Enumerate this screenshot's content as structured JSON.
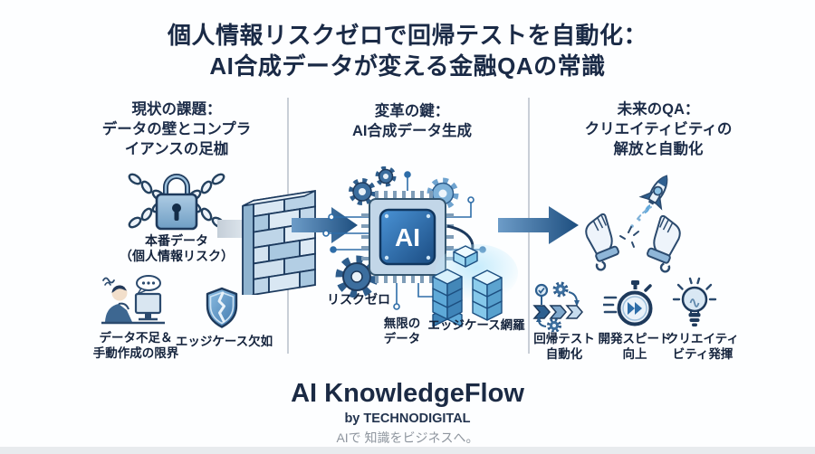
{
  "title": {
    "line1": "個人情報リスクゼロで回帰テストを自動化：",
    "line2": "AI合成データが変える金融QAの常識"
  },
  "columns": [
    {
      "header_lines": [
        "現状の課題：",
        "データの壁とコンプラ",
        "イアンスの足枷"
      ],
      "items": [
        {
          "icon": "lock-chains-icon",
          "label_lines": [
            "本番データ",
            "（個人情報リスク）"
          ]
        },
        {
          "icon": "frustrated-person-computer-icon",
          "label_lines": [
            "データ不足＆",
            "手動作成の限界"
          ]
        },
        {
          "icon": "broken-shield-icon",
          "label_lines": [
            "エッジケース欠如"
          ]
        }
      ]
    },
    {
      "header_lines": [
        "変革の鍵：",
        "AI合成データ生成"
      ],
      "chip_text": "AI",
      "items": [
        {
          "icon": "gear-icon",
          "label_lines": [
            "リスクゼロ"
          ]
        },
        {
          "icon": "data-cubes-icon",
          "label_lines": [
            "無限の",
            "データ"
          ]
        },
        {
          "icon": "data-cubes-icon",
          "label_lines": [
            "エッジケース網羅"
          ]
        }
      ]
    },
    {
      "header_lines": [
        "未来のQA：",
        "クリエイティビティの",
        "解放と自動化"
      ],
      "items": [
        {
          "icon": "process-flow-icon",
          "label_lines": [
            "回帰テスト",
            "自動化"
          ]
        },
        {
          "icon": "stopwatch-icon",
          "label_lines": [
            "開発スピード",
            "向上"
          ]
        },
        {
          "icon": "lightbulb-icon",
          "label_lines": [
            "クリエイティ",
            "ビティ発揮"
          ]
        }
      ]
    }
  ],
  "footer": {
    "brand": "AI KnowledgeFlow",
    "byline": "by TECHNODIGITAL",
    "tagline": "AIで 知識をビジネスへ。"
  },
  "colors": {
    "title_navy": "#1a2a46",
    "icon_dark_blue": "#2b4a6e",
    "steel_blue": "#2e6da6",
    "mid_blue": "#5ea9d8",
    "light_blue": "#cfe6f7",
    "cube_cyan": "#9fd8f2",
    "divider_gray": "#c9cfd7",
    "tagline_gray": "#8e959e",
    "background": "#fdfeff"
  }
}
